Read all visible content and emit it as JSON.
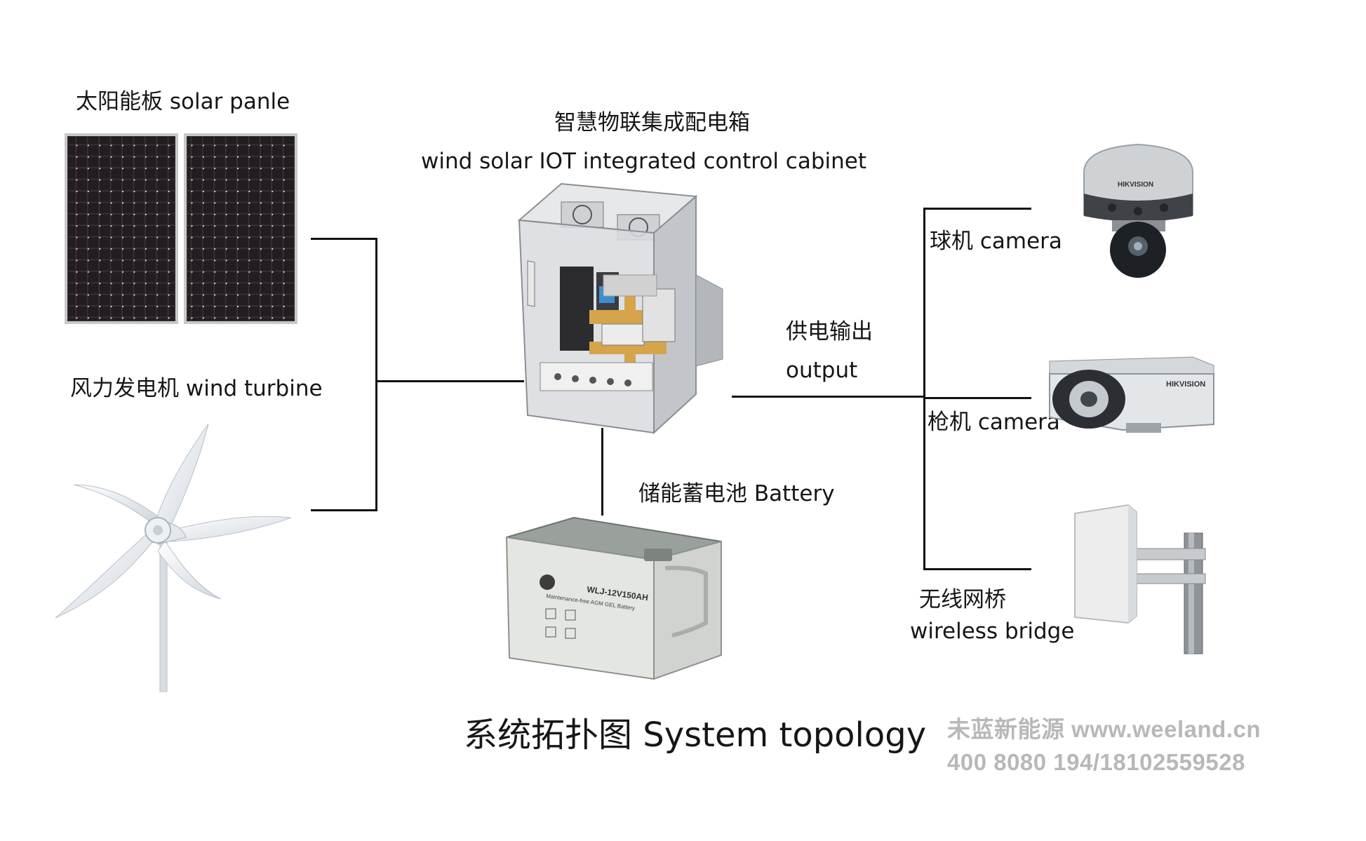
{
  "labels": {
    "solar_panel": "太阳能板 solar panle",
    "wind_turbine": "风力发电机 wind turbine",
    "cabinet_cn": "智慧物联集成配电箱",
    "cabinet_en": "wind solar IOT integrated control cabinet",
    "output_cn": "供电输出",
    "output_en": "output",
    "battery": "储能蓄电池 Battery",
    "dome_camera": "球机 camera",
    "bullet_camera": "枪机 camera",
    "bridge_cn": "无线网桥",
    "bridge_en": "wireless bridge",
    "title": "系统拓扑图 System topology"
  },
  "brand_text": {
    "dome": "HIKVISION",
    "bullet": "HIKVISION",
    "battery_model": "WLJ-12V150AH",
    "battery_desc": "Maintenance-free AGM GEL Battery"
  },
  "watermark": {
    "line1": "未蓝新能源 www.weeland.cn",
    "line2": "400 8080 194/18102559528"
  },
  "colors": {
    "line": "#111111",
    "panel_cell": "#1e1a1c",
    "cabinet": "#b9bcbe",
    "watermark": "#b8b8b8"
  }
}
